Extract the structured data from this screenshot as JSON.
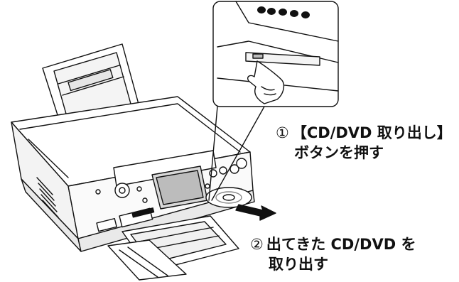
{
  "steps": [
    {
      "number": "①",
      "line1": "【CD/DVD 取り出し】",
      "line2": "ボタンを押す"
    },
    {
      "number": "②",
      "line1": "出てきた CD/DVD を",
      "line2": "取り出す"
    }
  ],
  "colors": {
    "line": "#111111",
    "shade": "#bdbdbd",
    "paper": "#ffffff"
  },
  "icons": {
    "hand": "pointing-finger-icon",
    "eject_arrow": "eject-arrow-icon"
  }
}
